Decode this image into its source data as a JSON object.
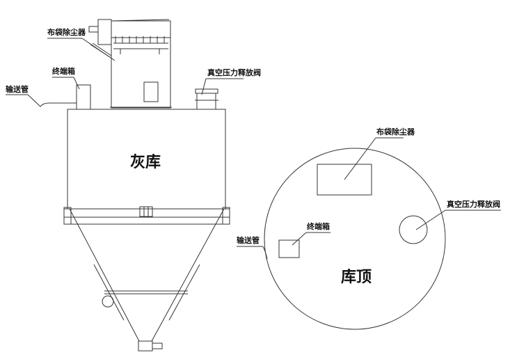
{
  "side_view": {
    "title": "灰库",
    "labels": {
      "bag_filter": "布袋除尘器",
      "terminal_box": "终端箱",
      "conveying_pipe": "输送管",
      "vacuum_valve": "真空压力释放阀"
    }
  },
  "top_view": {
    "title": "库顶",
    "labels": {
      "bag_filter": "布袋除尘器",
      "terminal_box": "终端箱",
      "conveying_pipe": "输送管",
      "vacuum_valve": "真空压力释放阀"
    }
  }
}
